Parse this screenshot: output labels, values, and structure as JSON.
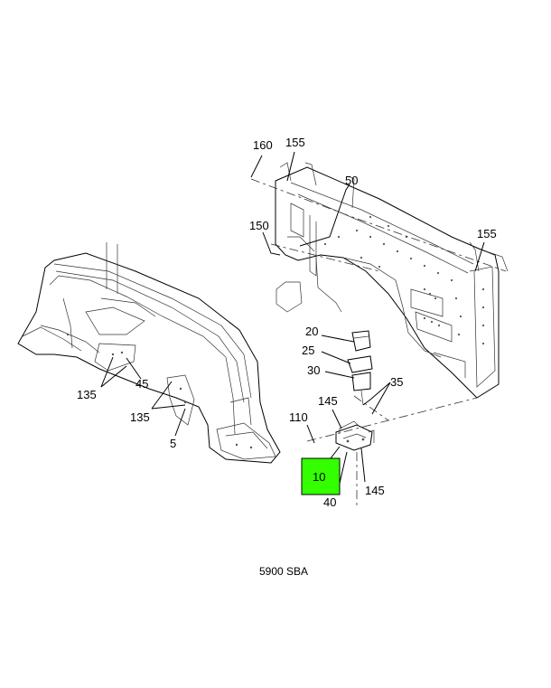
{
  "callouts": [
    {
      "id": "c160",
      "text": "160"
    },
    {
      "id": "c155a",
      "text": "155"
    },
    {
      "id": "c50",
      "text": "50"
    },
    {
      "id": "c150",
      "text": "150"
    },
    {
      "id": "c155b",
      "text": "155"
    },
    {
      "id": "c20",
      "text": "20"
    },
    {
      "id": "c25",
      "text": "25"
    },
    {
      "id": "c30",
      "text": "30"
    },
    {
      "id": "c35",
      "text": "35"
    },
    {
      "id": "c145a",
      "text": "145"
    },
    {
      "id": "c110",
      "text": "110"
    },
    {
      "id": "c10",
      "text": "10"
    },
    {
      "id": "c145b",
      "text": "145"
    },
    {
      "id": "c40",
      "text": "40"
    },
    {
      "id": "c135a",
      "text": "135"
    },
    {
      "id": "c45",
      "text": "45"
    },
    {
      "id": "c135b",
      "text": "135"
    },
    {
      "id": "c5",
      "text": "5"
    }
  ],
  "caption": "5900 SBA",
  "highlight_color": "#33ff00"
}
